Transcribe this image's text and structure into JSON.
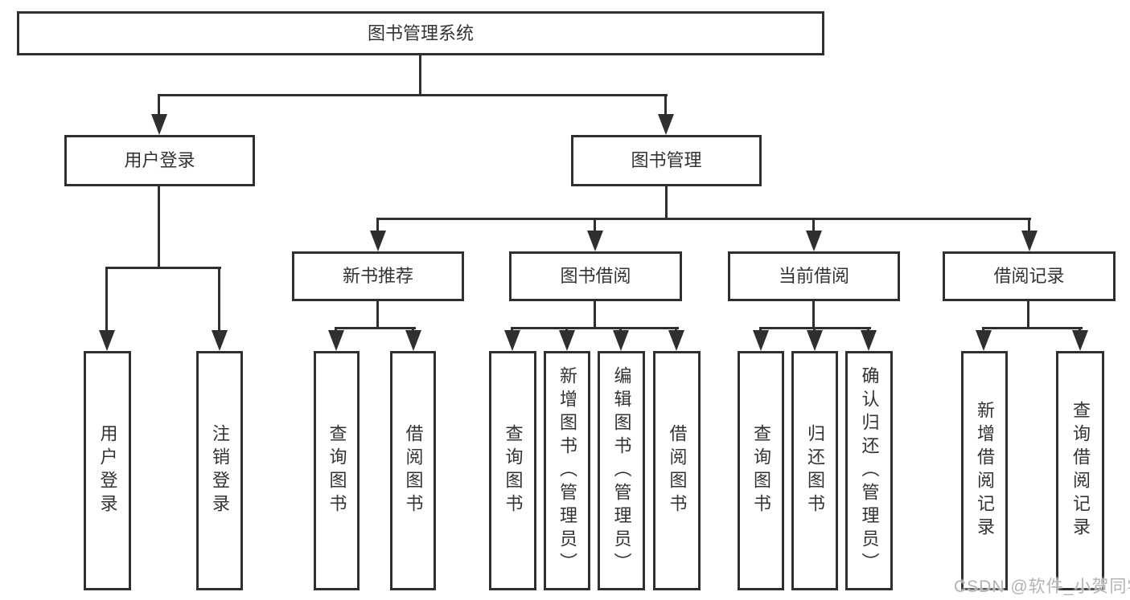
{
  "title": {
    "label": "图书管理系统"
  },
  "nodes": {
    "user_login": {
      "label": "用户登录",
      "children": [
        "用户登录",
        "注销登录"
      ]
    },
    "book_mgmt": {
      "label": "图书管理"
    },
    "new_book": {
      "label": "新书推荐",
      "children": [
        "查询图书",
        "借阅图书"
      ]
    },
    "book_borrow": {
      "label": "图书借阅",
      "children": [
        "查询图书",
        "新增图书（管理员）",
        "编辑图书（管理员）",
        "借阅图书"
      ]
    },
    "current_borrow": {
      "label": "当前借阅",
      "children": [
        "查询图书",
        "归还图书",
        "确认归还（管理员）"
      ]
    },
    "borrow_record": {
      "label": "借阅记录",
      "children": [
        "新增借阅记录",
        "查询借阅记录"
      ]
    }
  },
  "watermark": "CSDN @软件_小贺同学",
  "colors": {
    "line": "#2f2f2f",
    "text": "#333333",
    "watermark": "#b3b3b3",
    "background": "#ffffff"
  }
}
